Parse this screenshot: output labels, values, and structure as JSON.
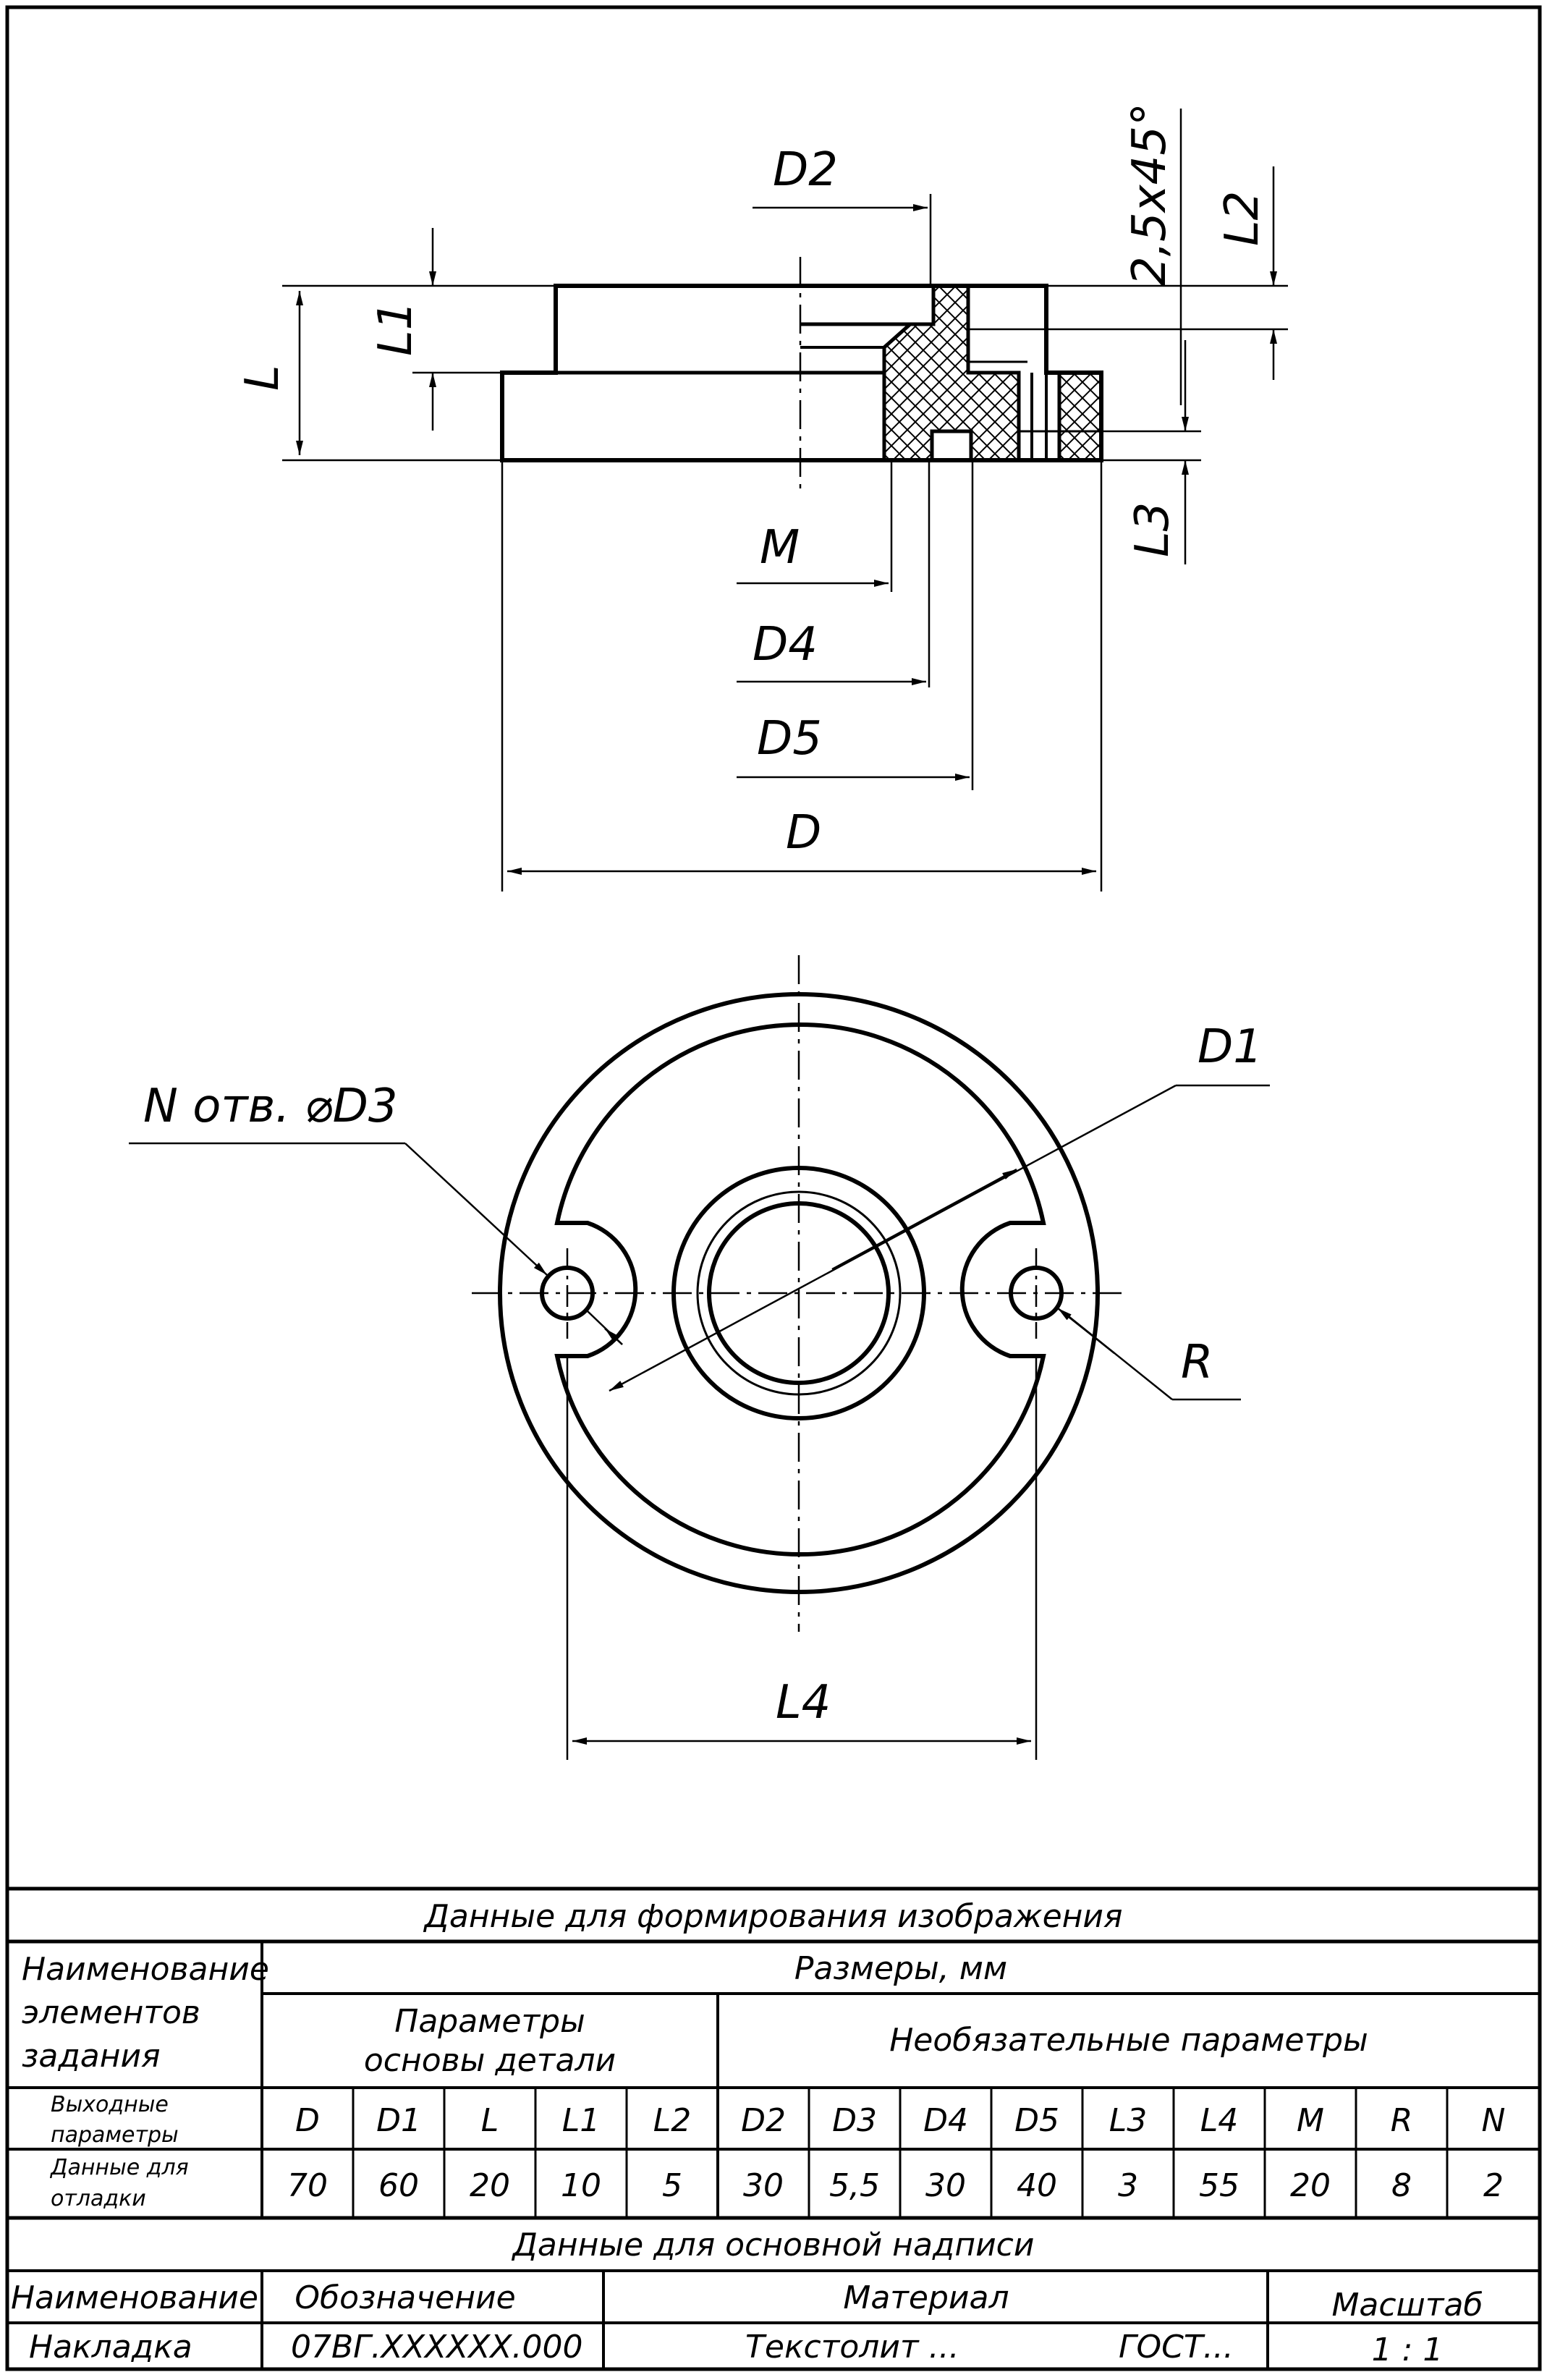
{
  "drawing": {
    "labels": {
      "d2": "D2",
      "chamfer": "2,5x45°",
      "l2": "L2",
      "l": "L",
      "l1": "L1",
      "l3": "L3",
      "m": "M",
      "d4": "D4",
      "d5": "D5",
      "d": "D",
      "holes": "N отв. ⌀D3",
      "d1": "D1",
      "r": "R",
      "l4": "L4"
    }
  },
  "table": {
    "title": "Данные для формирования изображения",
    "names_header": [
      "Наименование",
      "элементов",
      "задания"
    ],
    "sizes_header": "Размеры, мм",
    "base_params": [
      "Параметры",
      "основы детали"
    ],
    "optional_params": "Необязательные параметры",
    "row_output_label": [
      "Выходные",
      "параметры"
    ],
    "row_debug_label": [
      "Данные для",
      "отладки"
    ],
    "params": [
      "D",
      "D1",
      "L",
      "L1",
      "L2",
      "D2",
      "D3",
      "D4",
      "D5",
      "L3",
      "L4",
      "M",
      "R",
      "N"
    ],
    "values": [
      "70",
      "60",
      "20",
      "10",
      "5",
      "30",
      "5,5",
      "30",
      "40",
      "3",
      "55",
      "20",
      "8",
      "2"
    ]
  },
  "title_block": {
    "header": "Данные для основной надписи",
    "col_name": "Наименование",
    "col_designation": "Обозначение",
    "col_material": "Материал",
    "col_scale": "Масштаб",
    "name": "Накладка",
    "designation": "07ВГ.XXXXXX.000",
    "material": "Текстолит ...",
    "gost": "ГОСТ...",
    "scale": "1 : 1"
  }
}
